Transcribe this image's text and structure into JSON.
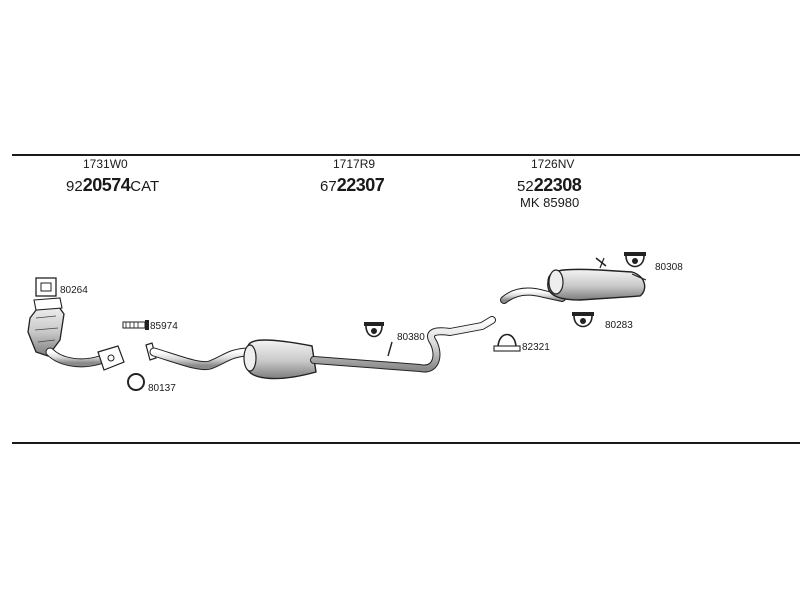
{
  "groups": [
    {
      "article": "1731W0",
      "prefix": "92",
      "main": "20574",
      "suffix": "CAT"
    },
    {
      "article": "1717R9",
      "prefix": "67",
      "main": "22307",
      "suffix": ""
    },
    {
      "article": "1726NV",
      "prefix": "52",
      "main": "22308",
      "suffix": "",
      "kit": "MK  85980"
    }
  ],
  "parts": {
    "flange_gasket": "80264",
    "clamp_bolt": "85974",
    "ring_gasket": "80137",
    "hanger_center": "80380",
    "clamp_rear": "82321",
    "hanger_rear_upper": "80308",
    "hanger_rear_lower": "80283"
  },
  "icons": [
    "flange-gasket-icon",
    "bolt-icon",
    "ring-gasket-icon",
    "rubber-hanger-icon",
    "u-clamp-icon",
    "catalytic-converter-icon",
    "center-silencer-icon",
    "rear-silencer-icon"
  ]
}
